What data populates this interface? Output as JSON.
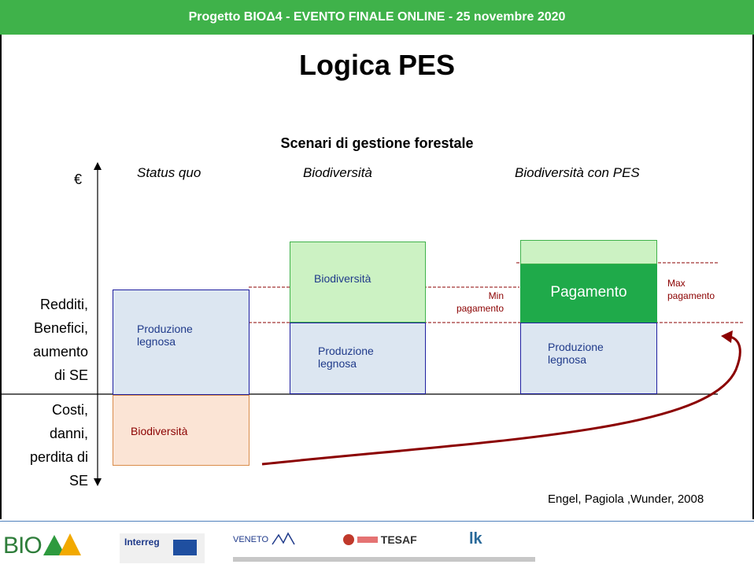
{
  "header": {
    "banner": "Progetto BIOΔ4  - EVENTO FINALE ONLINE  - 25 novembre 2020"
  },
  "slide": {
    "title": "Logica PES",
    "subtitle": "Scenari di gestione forestale"
  },
  "axis": {
    "y_symbol": "€",
    "positive_label": [
      "Redditi,",
      "Benefici,",
      "aumento",
      "di SE"
    ],
    "negative_label": [
      "Costi,",
      "danni,",
      "perdita di",
      "SE"
    ]
  },
  "scenarios": [
    {
      "title": "Status quo",
      "production_label": [
        "Produzione",
        "legnosa"
      ],
      "biodiversity_label": "Biodiversità"
    },
    {
      "title": "Biodiversità",
      "production_label": [
        "Produzione",
        "legnosa"
      ],
      "biodiversity_label": "Biodiversità"
    },
    {
      "title": "Biodiversità con PES",
      "production_label": [
        "Produzione",
        "legnosa"
      ],
      "payment_label": "Pagamento"
    }
  ],
  "annotations": {
    "min_payment": [
      "Min",
      "pagamento"
    ],
    "max_payment": [
      "Max",
      "pagamento"
    ]
  },
  "source": "Engel, Pagiola ,Wunder, 2008",
  "footer_logos": {
    "bio": "BIO",
    "interreg": "Interreg",
    "veneto": "VENETO",
    "tesaf": "TESAF",
    "lk": "lk"
  },
  "colors": {
    "green_banner": "#3fb24a",
    "light_blue": "#dce6f1",
    "light_green": "#ccf2c3",
    "dark_green": "#1faa4a",
    "peach": "#fbe4d5",
    "dark_red": "#8b0000",
    "navy": "#1f1fa0"
  }
}
